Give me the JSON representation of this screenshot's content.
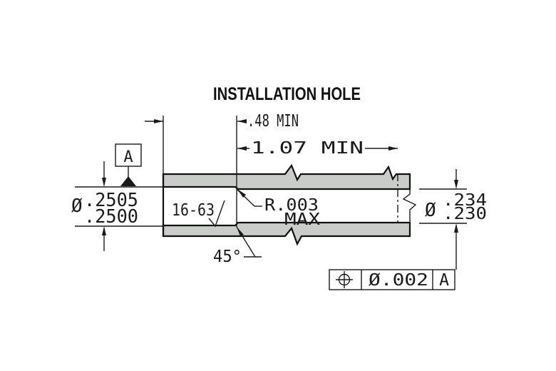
{
  "title": "INSTALLATION HOLE",
  "colors": {
    "line": "#1a1a1a",
    "wall_fill": "#c9ccc9",
    "background": "#ffffff"
  },
  "dimensions": {
    "counterbore_depth": ".48 MIN",
    "full_depth": "1.07 MIN",
    "hole_diameter_symbol": "Ø",
    "hole_diameter_upper": ".2505",
    "hole_diameter_lower": ".2500",
    "surface_finish": "16-63",
    "corner_radius": "R.003",
    "corner_radius_max": "MAX",
    "chamfer_angle": "45°",
    "thru_diameter_symbol": "Ø",
    "thru_diameter_upper": ".234",
    "thru_diameter_lower": ".230"
  },
  "datum_feature": {
    "label": "A"
  },
  "feature_control_frame": {
    "characteristic": "position-symbol",
    "tolerance": "Ø.002",
    "datum_reference": "A"
  }
}
